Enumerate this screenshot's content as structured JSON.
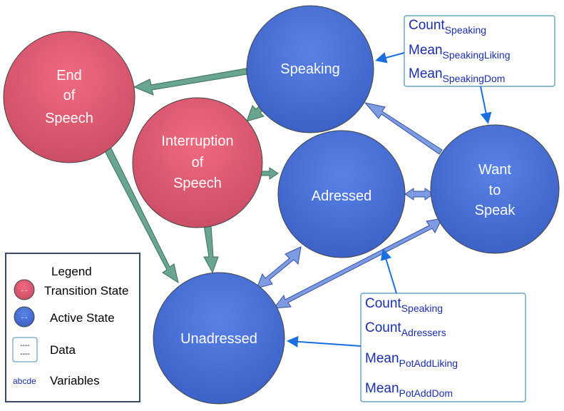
{
  "colors": {
    "transition_fill": "#e0566b",
    "active_fill": "#4a70d6",
    "variable_text": "#1a2ea8",
    "green_arrow": "#6aa58f",
    "blue_arrow": "#7c9be0",
    "pointer": "#1a6fe0",
    "legend_border": "#3a4a66"
  },
  "nodes": {
    "end_of_speech": {
      "lines": [
        "End",
        "of",
        "Speech"
      ],
      "kind": "transition"
    },
    "interruption": {
      "lines": [
        "Interruption",
        "of",
        "Speech"
      ],
      "kind": "transition"
    },
    "speaking": {
      "lines": [
        "Speaking"
      ],
      "kind": "active"
    },
    "adressed": {
      "lines": [
        "Adressed"
      ],
      "kind": "active"
    },
    "want_to_speak": {
      "lines": [
        "Want",
        "to",
        "Speak"
      ],
      "kind": "active"
    },
    "unadressed": {
      "lines": [
        "Unadressed"
      ],
      "kind": "active"
    }
  },
  "speaking_vars": [
    {
      "main": "Count",
      "sub": "Speaking"
    },
    {
      "main": "Mean",
      "sub": "SpeakingLiking"
    },
    {
      "main": "Mean",
      "sub": "SpeakingDom"
    }
  ],
  "unadressed_vars": [
    {
      "main": "Count",
      "sub": "Speaking"
    },
    {
      "main": "Count",
      "sub": "Adressers"
    },
    {
      "main": "Mean",
      "sub": "PotAddLiking"
    },
    {
      "main": "Mean",
      "sub": "PotAddDom"
    }
  ],
  "legend": {
    "title": "Legend",
    "items": [
      {
        "symbol": "transition",
        "glyph": "- -",
        "label": "Transition State"
      },
      {
        "symbol": "active",
        "glyph": "- -",
        "label": "Active State"
      },
      {
        "symbol": "data",
        "glyph": "----",
        "label": "Data"
      },
      {
        "symbol": "variable",
        "glyph": "abcde",
        "label": "Variables"
      }
    ]
  }
}
